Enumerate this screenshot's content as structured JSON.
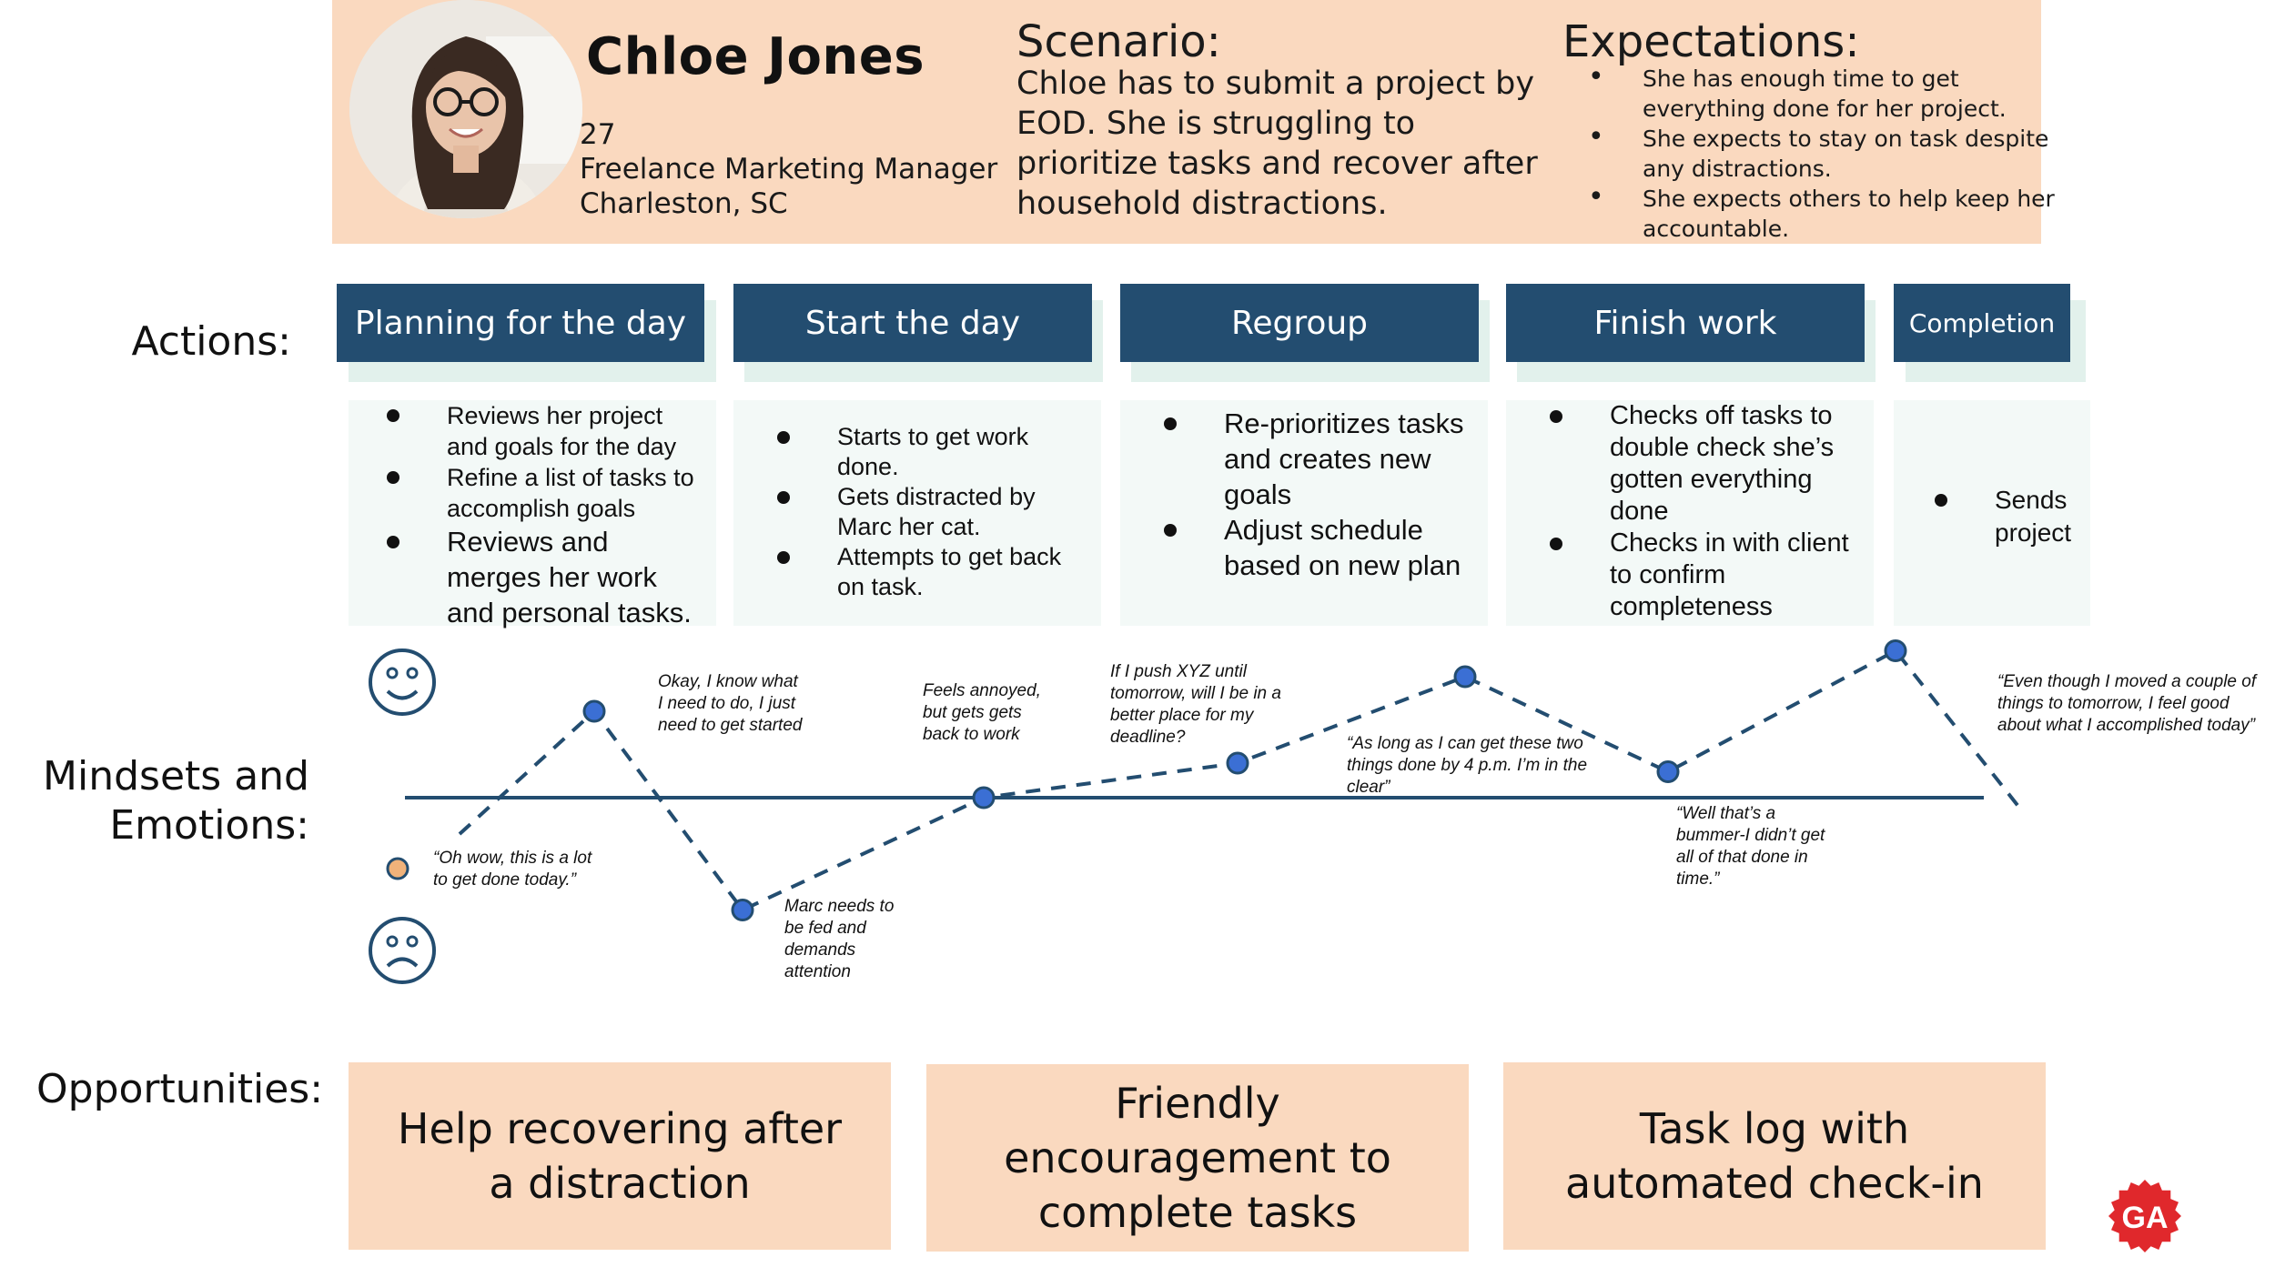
{
  "persona": {
    "name": "Chloe Jones",
    "age": "27",
    "job": "Freelance Marketing Manager",
    "location": "Charleston, SC"
  },
  "scenario": {
    "title": "Scenario:",
    "text": "Chloe has to submit a project by EOD. She is struggling to prioritize tasks and recover after household distractions."
  },
  "expectations": {
    "title": "Expectations:",
    "items": [
      "She has enough time to get everything done for her project.",
      "She expects to stay on task despite any distractions.",
      "She expects others to help keep her accountable."
    ]
  },
  "labels": {
    "actions": "Actions:",
    "mindsets_line1": "Mindsets and",
    "mindsets_line2": "Emotions:",
    "opportunities": "Opportunities:"
  },
  "stages": [
    {
      "title": "Planning for the day",
      "actions": [
        "Reviews her project and goals for the day",
        "Refine a list of tasks to accomplish goals",
        "Reviews and merges her work and personal tasks."
      ]
    },
    {
      "title": "Start the day",
      "actions": [
        "Starts to get work done.",
        "Gets distracted by Marc her cat.",
        "Attempts to get back on task."
      ]
    },
    {
      "title": "Regroup",
      "actions": [
        "Re-prioritizes tasks and creates new goals",
        "Adjust schedule based on new plan"
      ]
    },
    {
      "title": "Finish work",
      "actions": [
        "Checks off tasks to double check she’s gotten everything done",
        "Checks in with client to confirm completeness"
      ]
    },
    {
      "title": "Completion",
      "actions": [
        "Sends project"
      ]
    }
  ],
  "emotions": {
    "quotes": [
      "“Oh wow, this is a lot to get done today.”",
      "Okay, I know what I need to do, I just need to get started",
      "Marc needs to be fed and demands attention",
      "Feels annoyed, but gets gets back to work",
      "If I push XYZ until tomorrow, will I  be in a better place for my deadline?",
      "“As long as I can get these two things done by  4 p.m.  I’m in the clear”",
      "“Well that’s a bummer-I didn’t get all of that done in time.”",
      "“Even though I moved a couple of things to tomorrow, I feel good about what I accomplished today”"
    ],
    "colors": {
      "line": "#234d70",
      "point": "#3b6fd4",
      "point_start": "#f0b27a",
      "baseline": "#234d70"
    },
    "icons": {
      "happy": "smiley-face-icon",
      "sad": "frowny-face-icon"
    }
  },
  "chart_data": {
    "type": "line",
    "x": [
      1,
      2,
      3,
      4,
      5,
      6,
      7,
      8,
      9
    ],
    "values": [
      -0.5,
      0.5,
      -0.65,
      0,
      0.2,
      0.7,
      0.15,
      0.85,
      -0.05
    ],
    "ylabel": "",
    "xlabel": "",
    "ylim": [
      -1,
      1
    ]
  },
  "opportunities": [
    "Help recovering after a distraction",
    "Friendly encouragement to complete tasks",
    "Task log with automated check-in"
  ],
  "logo": {
    "text": "GA",
    "color": "#e0282c"
  }
}
